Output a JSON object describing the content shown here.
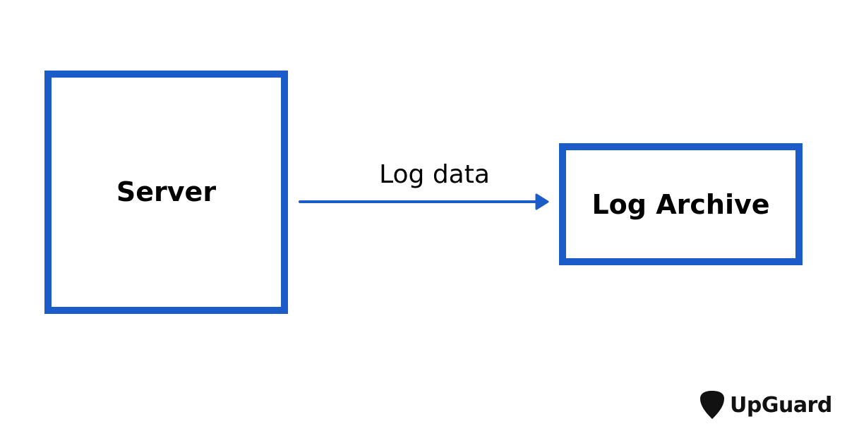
{
  "nodes": {
    "server": {
      "label": "Server"
    },
    "archive": {
      "label": "Log Archive"
    }
  },
  "edge": {
    "label": "Log data"
  },
  "brand": {
    "name": "UpGuard"
  },
  "colors": {
    "accent": "#1b5cc8",
    "text": "#000000",
    "background": "#ffffff"
  }
}
